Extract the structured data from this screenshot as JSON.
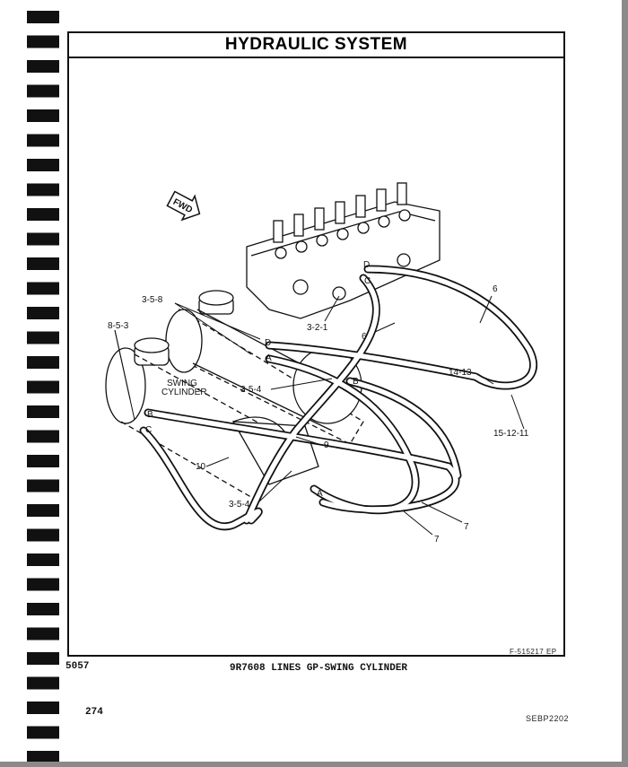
{
  "page": {
    "title": "HYDRAULIC SYSTEM",
    "figure_id": "F-515217 EP",
    "section_number": "5057",
    "caption": "9R7608 LINES GP-SWING CYLINDER",
    "page_number": "274",
    "document_code": "SEBP2202"
  },
  "diagram": {
    "direction_label": "FWD",
    "component_label": "SWING\nCYLINDER",
    "callouts": [
      "6",
      "6",
      "3-2-1",
      "3-5-8",
      "8-5-3",
      "3-5-4",
      "14-13",
      "15-12-11",
      "9",
      "10",
      "3-5-4",
      "7",
      "7"
    ],
    "fitting_letters": [
      "D",
      "C",
      "D",
      "A",
      "B",
      "B",
      "C",
      "A"
    ]
  }
}
